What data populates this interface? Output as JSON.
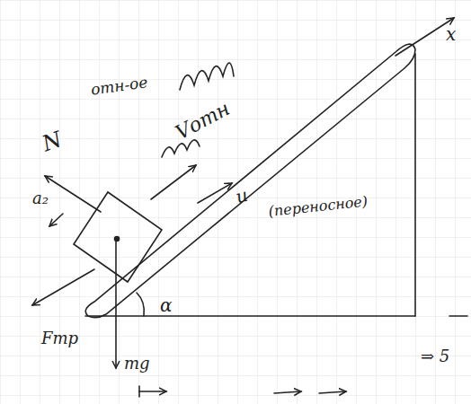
{
  "diagram": {
    "labels": [
      "отн-ое",
      "Vотн",
      "N",
      "x",
      "u",
      "(переносное)",
      "a₂",
      "Fтр",
      "mg",
      "α",
      "⇒ 5"
    ]
  }
}
